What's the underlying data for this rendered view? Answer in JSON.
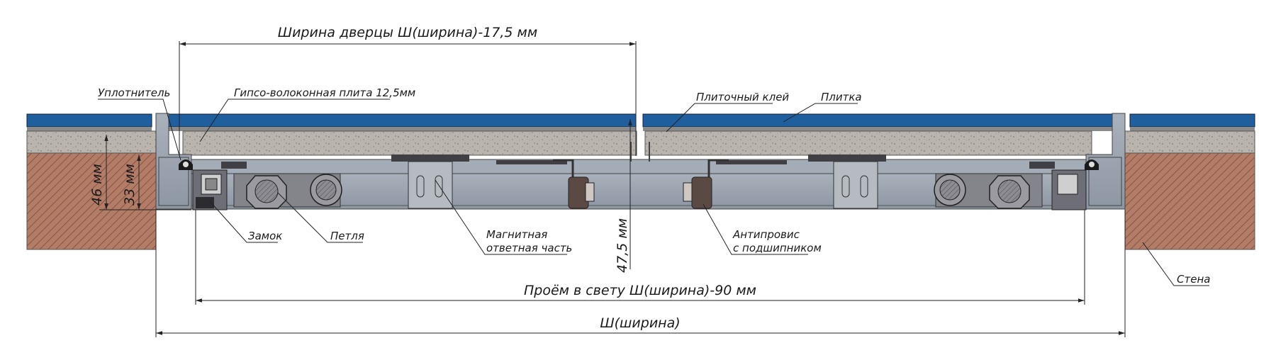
{
  "diagram": {
    "top_dimension": "Ширина дверцы Ш(ширина)-17,5 мм",
    "opening_dimension": "Проём в свету Ш(ширина)-90 мм",
    "total_dimension": "Ш(ширина)",
    "depth_dimension": "47,5 мм",
    "height_46": "46 мм",
    "height_33": "33 мм",
    "labels": {
      "seal": "Уплотнитель",
      "gypsum_board": "Гипсо-волоконная плита 12,5мм",
      "tile_adhesive": "Плиточный клей",
      "tile": "Плитка",
      "lock": "Замок",
      "hinge": "Петля",
      "magnetic_1": "Магнитная",
      "magnetic_2": "ответная часть",
      "antisag_1": "Антипровис",
      "antisag_2": "с подшипником",
      "wall": "Стена"
    }
  },
  "colors": {
    "tile": "#1f5f9e",
    "concrete": "#b7b3ad",
    "frame": "#9aa3af",
    "wall": "#b07a63",
    "dark_metal": "#3f3f44"
  }
}
